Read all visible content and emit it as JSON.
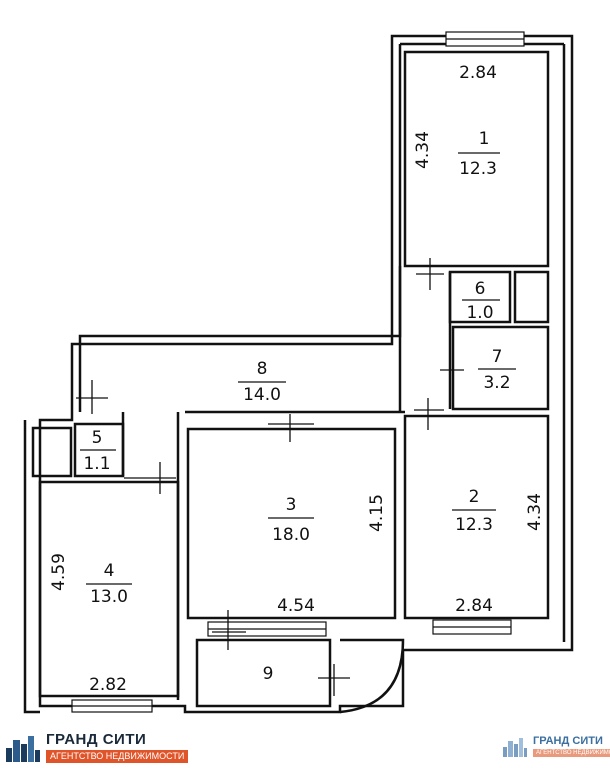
{
  "rooms": [
    {
      "id": "1",
      "number": "1",
      "area": "12.3"
    },
    {
      "id": "2",
      "number": "2",
      "area": "12.3"
    },
    {
      "id": "3",
      "number": "3",
      "area": "18.0"
    },
    {
      "id": "4",
      "number": "4",
      "area": "13.0"
    },
    {
      "id": "5",
      "number": "5",
      "area": "1.1"
    },
    {
      "id": "6",
      "number": "6",
      "area": "1.0"
    },
    {
      "id": "7",
      "number": "7",
      "area": "3.2"
    },
    {
      "id": "8",
      "number": "8",
      "area": "14.0"
    },
    {
      "id": "9",
      "number": "9",
      "area": ""
    }
  ],
  "dimensions": {
    "room1_width": "2.84",
    "room1_height": "4.34",
    "room2_width": "2.84",
    "room2_height": "4.34",
    "room3_width": "4.54",
    "room3_height": "4.15",
    "room4_width": "2.82",
    "room4_height": "4.59"
  },
  "logos": {
    "brand": "ГРАНД СИТИ",
    "tagline": "АГЕНТСТВО НЕДВИЖИМОСТИ"
  },
  "colors": {
    "wall": "#111111",
    "accent_orange": "#e0542a",
    "brand_dark": "#1a2a3a",
    "brand_blue": "#3a6fa0"
  }
}
